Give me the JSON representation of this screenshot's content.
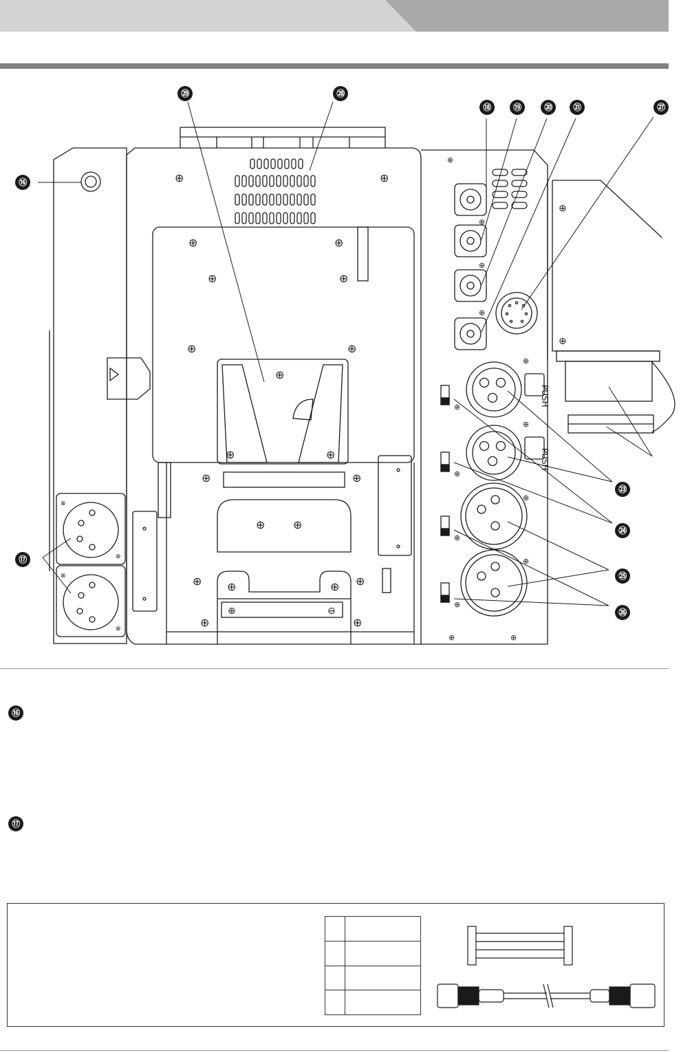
{
  "callouts": {
    "c16": "⑯",
    "c17": "⑰",
    "c18": "⑱",
    "c19": "⑲",
    "c20": "⑳",
    "c21": "㉑",
    "c23": "㉓",
    "c24": "㉔",
    "c25": "㉕",
    "c26": "㉖",
    "c27": "㉗",
    "c28": "㉘",
    "c29": "㉙"
  },
  "labels": {
    "push_upper": "PUSH",
    "push_lower": "PUSH"
  },
  "sections": [
    {
      "number": "16"
    },
    {
      "number": "17"
    }
  ],
  "pin_table": {
    "rows": [
      "",
      "",
      "",
      ""
    ]
  },
  "colors": {
    "header_band": "#d4d4d4",
    "header_band_dark": "#a9a9a9",
    "rule": "#808080",
    "ink": "#1a1a1a"
  }
}
